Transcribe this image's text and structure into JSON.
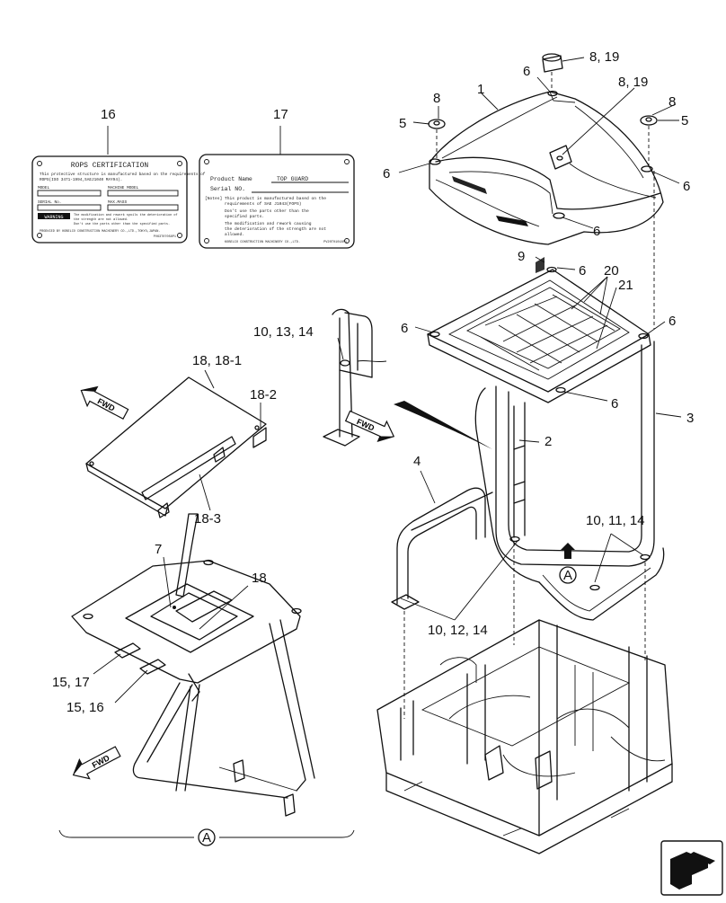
{
  "callouts": {
    "c1": "1",
    "c2": "2",
    "c3": "3",
    "c4": "4",
    "c5a": "5",
    "c5b": "5",
    "c6a": "6",
    "c6b": "6",
    "c6c": "6",
    "c6d": "6",
    "c6e": "6",
    "c6f": "6",
    "c6g": "6",
    "c6h": "6",
    "c7": "7",
    "c8a": "8",
    "c8b": "8",
    "c8_19a": "8, 19",
    "c8_19b": "8, 19",
    "c9": "9",
    "c10_13_14": "10, 13, 14",
    "c10_11_14": "10, 11, 14",
    "c10_12_14": "10, 12, 14",
    "c15_17": "15, 17",
    "c15_16": "15, 16",
    "c16": "16",
    "c17": "17",
    "c18": "18",
    "c18_1": "18, 18-1",
    "c18_2": "18-2",
    "c18_3": "18-3",
    "c20": "20",
    "c21": "21",
    "viewA": "A",
    "viewA2": "A"
  },
  "arrows": {
    "fwd1": "FWD",
    "fwd2": "FWD",
    "fwd3": "FWD"
  },
  "plate16": {
    "title": "ROPS CERTIFICATION",
    "line1": "This protective structure is manufactured based on the requirements of",
    "line2": "ROPS(ISO 3471-1994,SAEJ1040 MAY94).",
    "model": "MODEL",
    "machine_model": "MACHINE MODEL",
    "serial": "SERIAL No.",
    "max_mass": "MAX.MASS",
    "warning": "WARNING",
    "warn1": "The modification and rework spoils the deterioration of",
    "warn2": "the strength are not allowed.",
    "warn3": "Don't use the parts other than the specified parts.",
    "maker": "PRODUCED BY KOBELCO CONSTRUCTION MACHINERY CO.,LTD.,TOKYO,JAPAN.",
    "code": "PV63T07058P1"
  },
  "plate17": {
    "product_label": "Product Name",
    "product_value": "TOP GUARD",
    "serial_label": "Serial NO.",
    "notes_label": "[Notes]",
    "n1": "This product is manufactured based on the",
    "n2": "requirements of SAE J1043(FOPS)",
    "n3": "Don't use the parts other than the",
    "n4": "specified parts.",
    "n5": "The modification and rework causing",
    "n6": "the deterioration of the strength are not",
    "n7": "allowed.",
    "maker": "KOBELCO CONSTRUCTION MACHINERY CO.,LTD.",
    "code": "PV20T01018P1"
  }
}
